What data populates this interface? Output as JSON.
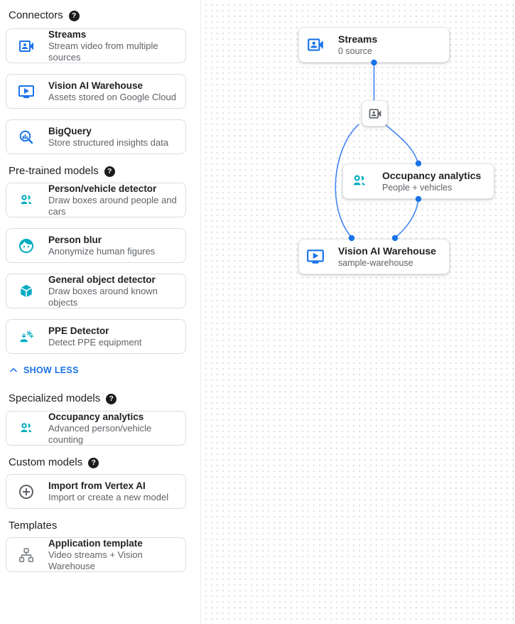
{
  "colors": {
    "accent_blue": "#1a73e8",
    "edge_blue": "#4285f4",
    "teal": "#00acc1",
    "icon_gray": "#5f6368",
    "card_border": "#dadce0",
    "title_text": "#202124",
    "subtitle_text": "#5f6368"
  },
  "sidebar": {
    "help_glyph": "?",
    "show_less_label": "SHOW LESS",
    "sections": [
      {
        "title": "Connectors",
        "has_help": true,
        "items": [
          {
            "icon": "video-camera-icon",
            "title": "Streams",
            "subtitle": "Stream video from multiple sources"
          },
          {
            "icon": "smart-display-icon",
            "title": "Vision AI Warehouse",
            "subtitle": "Assets stored on Google Cloud"
          },
          {
            "icon": "bigquery-icon",
            "title": "BigQuery",
            "subtitle": "Store structured insights data"
          }
        ]
      },
      {
        "title": "Pre-trained models",
        "has_help": true,
        "items": [
          {
            "icon": "people-icon",
            "title": "Person/vehicle detector",
            "subtitle": "Draw boxes around people and cars"
          },
          {
            "icon": "face-icon",
            "title": "Person blur",
            "subtitle": "Anonymize human figures"
          },
          {
            "icon": "cube-icon",
            "title": "General object detector",
            "subtitle": "Draw boxes around known objects"
          },
          {
            "icon": "ppe-icon",
            "title": "PPE Detector",
            "subtitle": "Detect PPE equipment"
          }
        ]
      },
      {
        "title": "Specialized models",
        "has_help": true,
        "items": [
          {
            "icon": "people-icon",
            "title": "Occupancy analytics",
            "subtitle": "Advanced person/vehicle counting"
          }
        ]
      },
      {
        "title": "Custom models",
        "has_help": true,
        "items": [
          {
            "icon": "add-circle-icon",
            "title": "Import from Vertex AI",
            "subtitle": "Import or create a new model"
          }
        ]
      },
      {
        "title": "Templates",
        "has_help": false,
        "items": [
          {
            "icon": "schema-icon",
            "title": "Application template",
            "subtitle": "Video streams + Vision Warehouse"
          }
        ]
      }
    ]
  },
  "canvas": {
    "nodes": {
      "streams": {
        "icon": "video-camera-icon",
        "title": "Streams",
        "subtitle": "0 source"
      },
      "camera_mini": {
        "icon": "video-camera-icon"
      },
      "occupancy": {
        "icon": "people-icon",
        "title": "Occupancy analytics",
        "subtitle": "People + vehicles"
      },
      "warehouse": {
        "icon": "smart-display-icon",
        "title": "Vision AI Warehouse",
        "subtitle": "sample-warehouse"
      }
    }
  }
}
